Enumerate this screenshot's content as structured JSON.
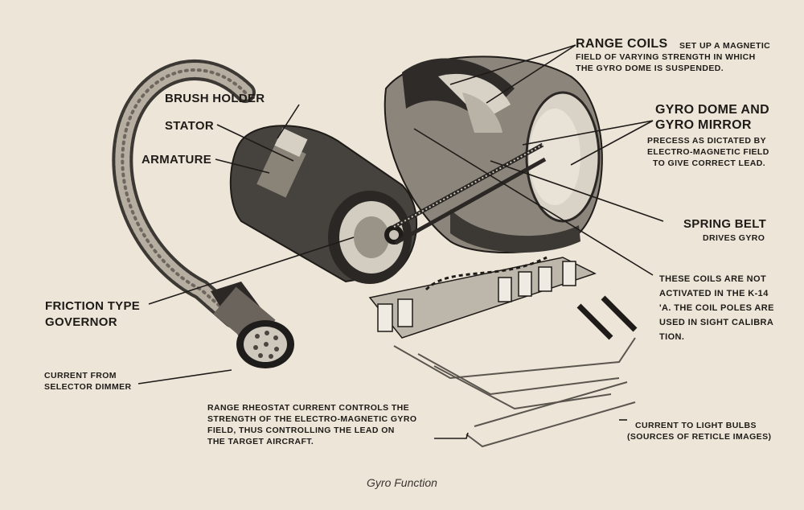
{
  "labels": {
    "range_coils_title": "RANGE COILS",
    "range_coils_desc_1": "SET UP A MAGNETIC",
    "range_coils_desc_2": "FIELD OF VARYING STRENGTH IN WHICH",
    "range_coils_desc_3": "THE GYRO DOME IS SUSPENDED.",
    "brush_holder": "BRUSH HOLDER",
    "stator": "STATOR",
    "armature": "ARMATURE",
    "gyro_dome_1": "GYRO DOME AND",
    "gyro_dome_2": "GYRO MIRROR",
    "gyro_desc_1": "PRECESS AS DICTATED BY",
    "gyro_desc_2": "ELECTRO-MAGNETIC FIELD",
    "gyro_desc_3": "TO GIVE CORRECT LEAD.",
    "spring_belt": "SPRING BELT",
    "spring_belt_desc": "DRIVES GYRO",
    "coils_note_1": "THESE COILS ARE NOT",
    "coils_note_2": "ACTIVATED IN THE K-14",
    "coils_note_3": "'A. THE COIL POLES ARE",
    "coils_note_4": "USED IN SIGHT CALIBRA",
    "coils_note_5": "TION.",
    "friction_1": "FRICTION TYPE",
    "friction_2": "GOVERNOR",
    "current_from_1": "CURRENT FROM",
    "current_from_2": "SELECTOR DIMMER",
    "rheostat_1": "RANGE RHEOSTAT CURRENT CONTROLS THE",
    "rheostat_2": "STRENGTH OF THE ELECTRO-MAGNETIC GYRO",
    "rheostat_3": "FIELD, THUS CONTROLLING THE  LEAD ON",
    "rheostat_4": "THE TARGET AIRCRAFT.",
    "bulbs_1": "CURRENT TO LIGHT BULBS",
    "bulbs_2": "(SOURCES OF RETICLE IMAGES)"
  },
  "caption": "Gyro Function"
}
